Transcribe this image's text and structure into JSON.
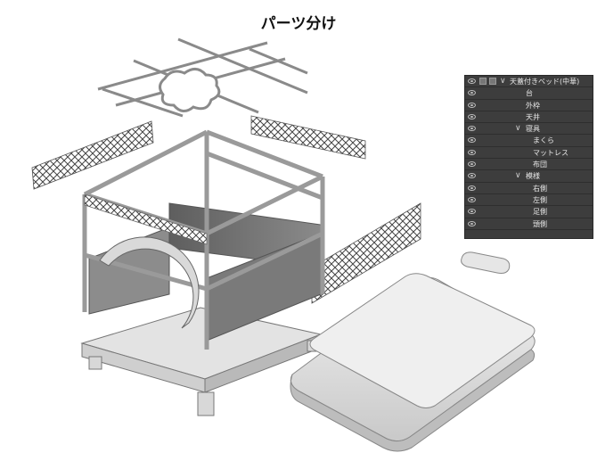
{
  "title": "パーツ分け",
  "layers_panel": {
    "rows": [
      {
        "label": "天蓋付きベッド(中華)",
        "depth": 0,
        "folder": true
      },
      {
        "label": "台",
        "depth": 2,
        "folder": false
      },
      {
        "label": "外枠",
        "depth": 2,
        "folder": false
      },
      {
        "label": "天井",
        "depth": 2,
        "folder": false
      },
      {
        "label": "寝具",
        "depth": 1,
        "folder": true
      },
      {
        "label": "まくら",
        "depth": 2,
        "folder": false
      },
      {
        "label": "マットレス",
        "depth": 2,
        "folder": false
      },
      {
        "label": "布団",
        "depth": 2,
        "folder": false
      },
      {
        "label": "模様",
        "depth": 1,
        "folder": true
      },
      {
        "label": "右側",
        "depth": 2,
        "folder": false
      },
      {
        "label": "左側",
        "depth": 2,
        "folder": false
      },
      {
        "label": "足側",
        "depth": 2,
        "folder": false
      },
      {
        "label": "頭側",
        "depth": 2,
        "folder": false
      }
    ]
  },
  "icons": {
    "eye": "eye-icon",
    "chevron": "chevron-down-icon",
    "lock": "lock-icon"
  },
  "colors": {
    "panel_bg": "#3d3d3d",
    "panel_text": "#e6e6e6",
    "model_light": "#e8e8e8",
    "model_mid": "#bdbdbd",
    "model_dark": "#6a6a6a"
  }
}
